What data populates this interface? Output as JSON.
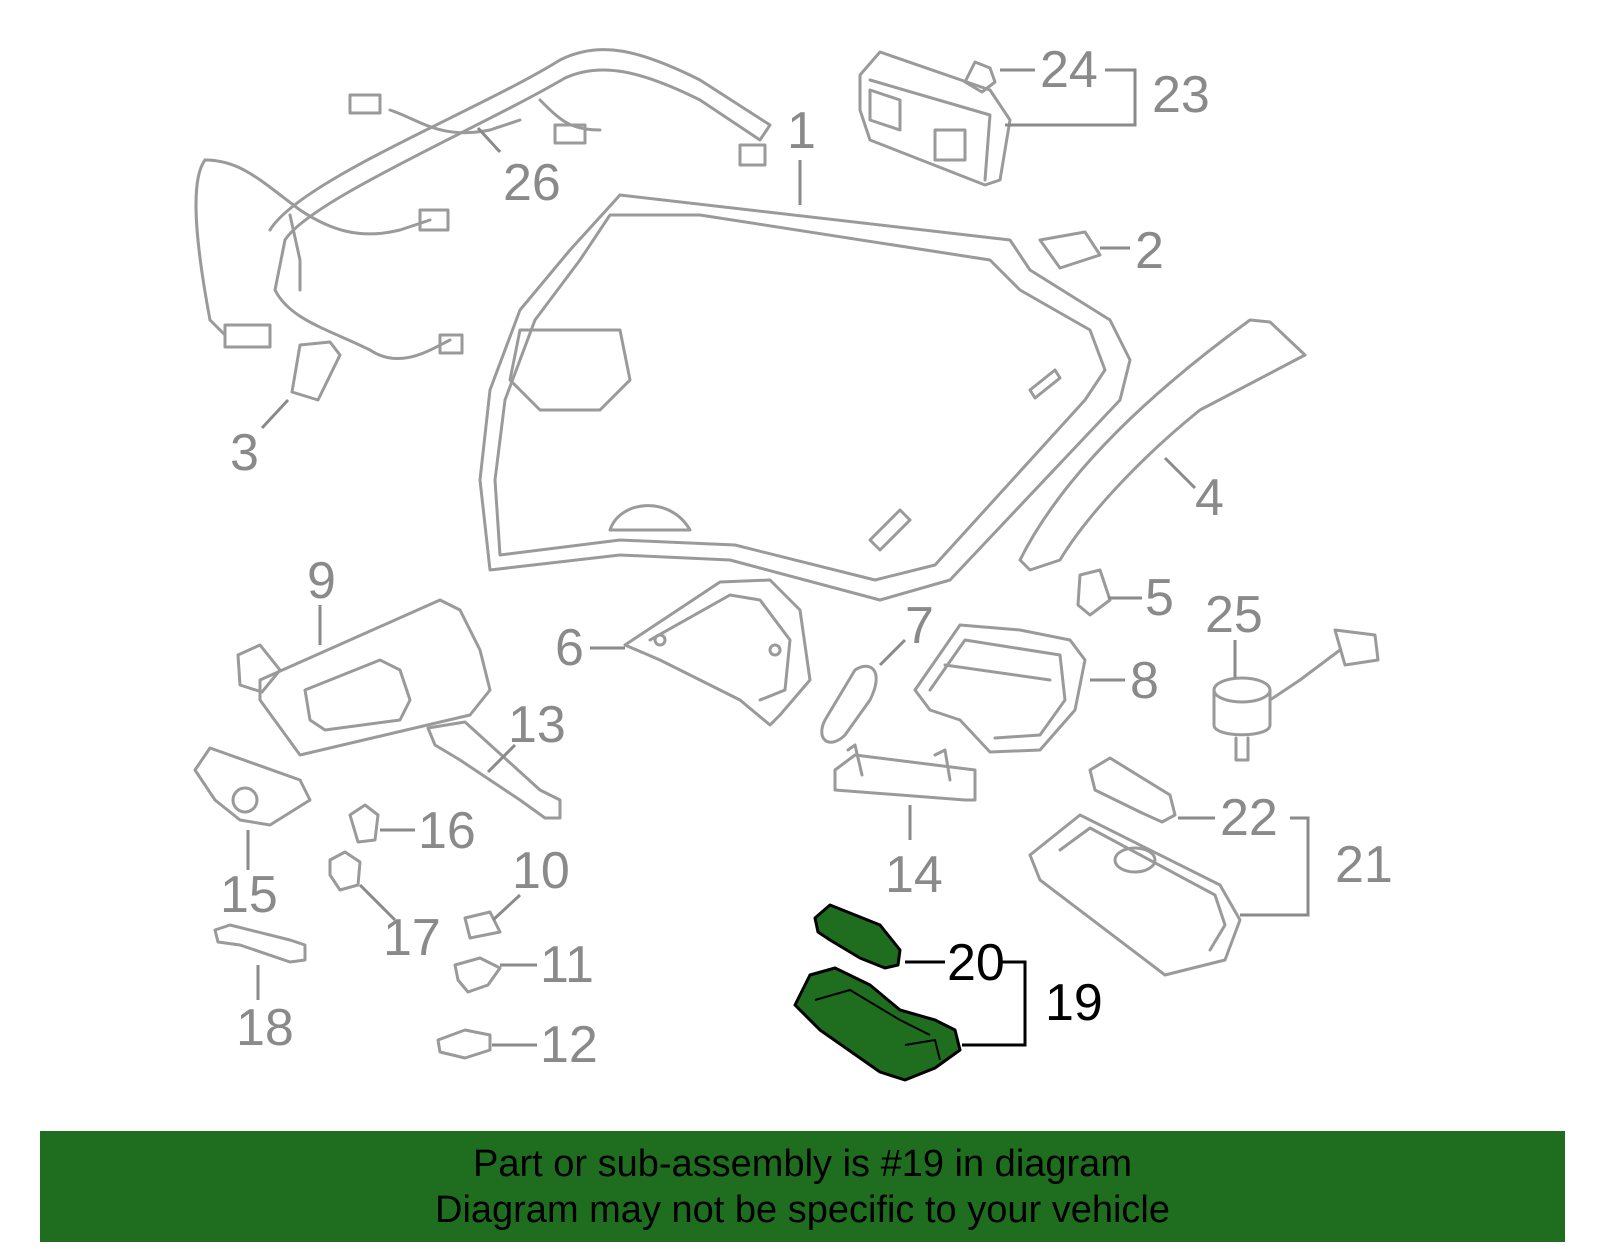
{
  "callouts": {
    "c1": "1",
    "c2": "2",
    "c3": "3",
    "c4": "4",
    "c5": "5",
    "c6": "6",
    "c7": "7",
    "c8": "8",
    "c9": "9",
    "c10": "10",
    "c11": "11",
    "c12": "12",
    "c13": "13",
    "c14": "14",
    "c15": "15",
    "c16": "16",
    "c17": "17",
    "c18": "18",
    "c19": "19",
    "c20": "20",
    "c21": "21",
    "c22": "22",
    "c23": "23",
    "c24": "24",
    "c25": "25",
    "c26": "26"
  },
  "highlighted_part": "19",
  "colors": {
    "highlight": "#1f6e1f",
    "banner": "#1f6e1f",
    "line_art": "#9a9a9a",
    "callout_text": "#8a8a8a"
  },
  "banner": {
    "line1": "Part or sub-assembly is #19 in diagram",
    "line2": "Diagram may not be specific to your vehicle"
  }
}
